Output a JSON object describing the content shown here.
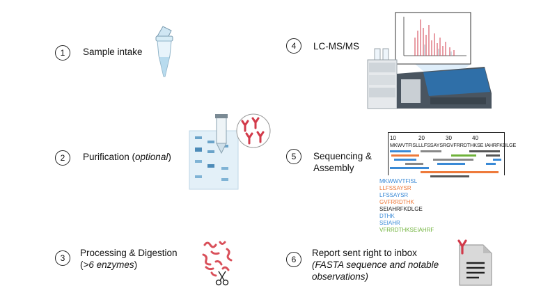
{
  "steps": [
    {
      "num": "1",
      "label": "Sample intake"
    },
    {
      "num": "2",
      "label_pre": "Purification (",
      "label_ital": "optional",
      "label_post": ")"
    },
    {
      "num": "3",
      "label_line1": "Processing & Digestion",
      "label_line2_pre": "(",
      "label_line2_ital": ">6 enzymes",
      "label_line2_post": ")"
    },
    {
      "num": "4",
      "label": "LC-MS/MS"
    },
    {
      "num": "5",
      "label_line1": "Sequencing &",
      "label_line2": "Assembly"
    },
    {
      "num": "6",
      "label_line1": "Report sent right to inbox",
      "label_line2": "(FASTA sequence and notable",
      "label_line3": "observations)"
    }
  ],
  "sequencing": {
    "ruler": [
      "10",
      "20",
      "30",
      "40"
    ],
    "sequence": "MKWVTFISLLLFSSAYSRGVFRRDTHKSE IAHRFKDLGE",
    "peptides": [
      {
        "text": "MKWWVTFISL",
        "color": "#3a8ad6"
      },
      {
        "text": "LLFSSAYSR",
        "color": "#ee7a3b"
      },
      {
        "text": "LFSSAYSR",
        "color": "#3a8ad6"
      },
      {
        "text": "GVFRRDTHK",
        "color": "#ee7a3b"
      },
      {
        "text": "SEIAHRFKDLGE",
        "color": "#222222"
      },
      {
        "text": "DTHK",
        "color": "#3a8ad6"
      },
      {
        "text": "SEIAHR",
        "color": "#3a8ad6"
      },
      {
        "text": "VFRRDTHKSEIAHRF",
        "color": "#6fb23a"
      }
    ]
  },
  "colors": {
    "blue": "#3a8ad6",
    "orange": "#ee7a3b",
    "green": "#6fb23a",
    "grey": "#666666",
    "red": "#d23a4a"
  }
}
